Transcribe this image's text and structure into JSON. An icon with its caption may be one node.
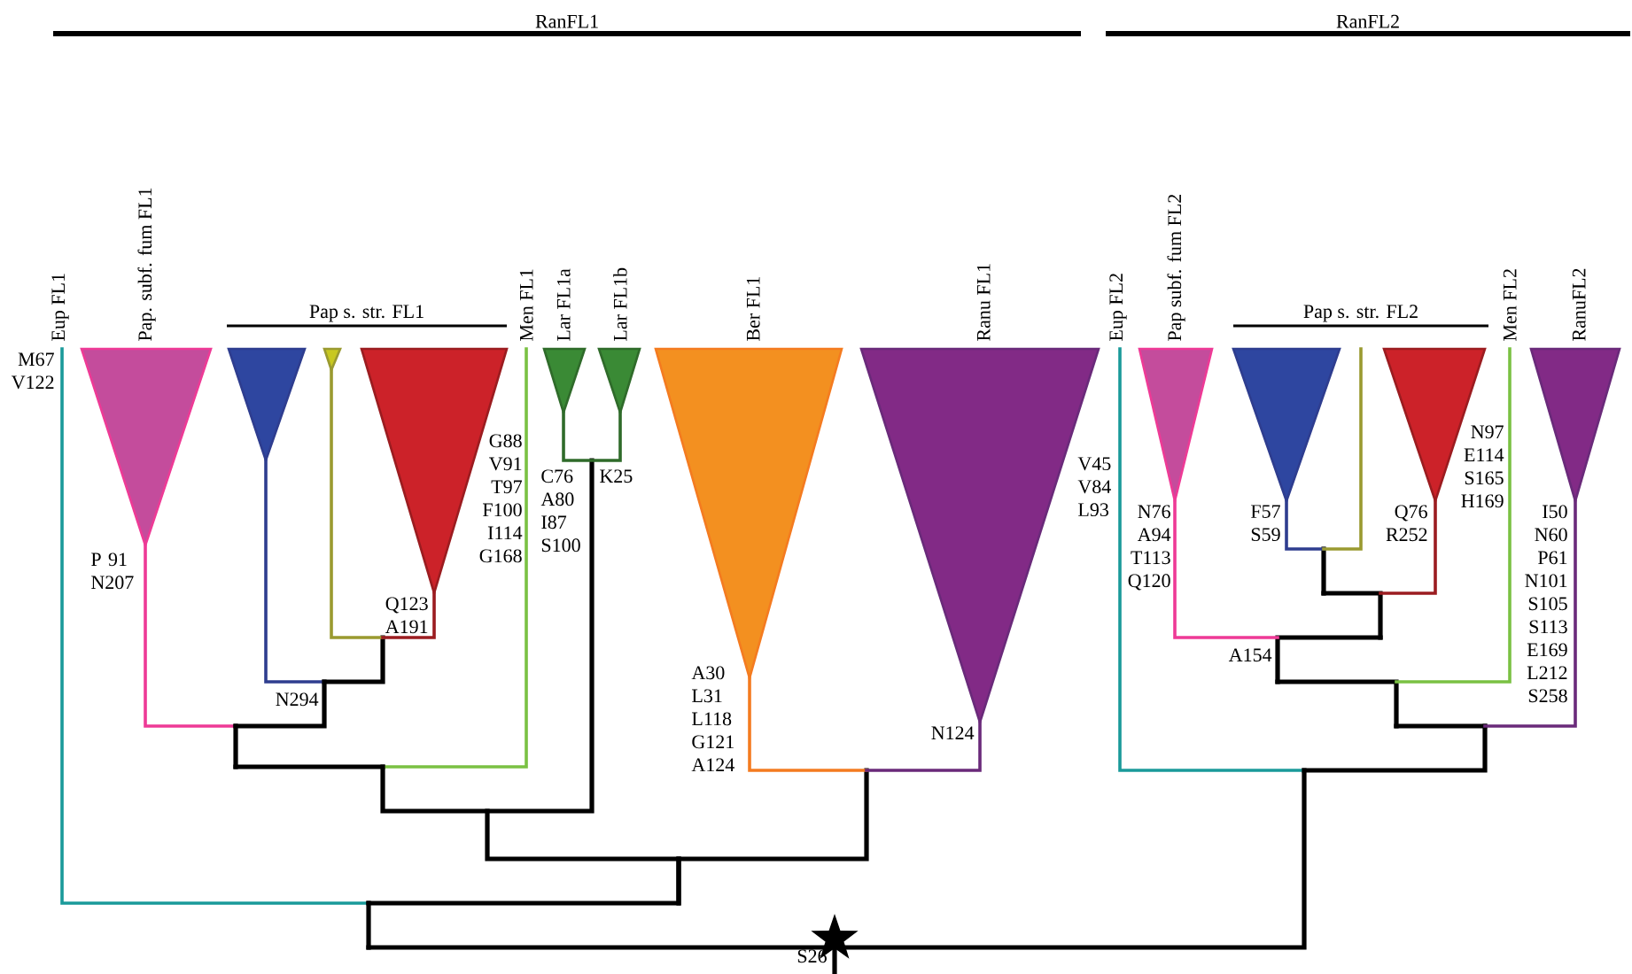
{
  "diagram": {
    "nodes": [
      {
        "text": [
          "Eup FL1"
        ]
      },
      {
        "text": [
          "Pap. subf. fum FL1"
        ]
      },
      {
        "text": [],
        "shape": "triangle"
      },
      {
        "text": [],
        "shape": "triangle"
      },
      {
        "text": [],
        "shape": "triangle"
      },
      {
        "text": [
          "Men FL1"
        ]
      },
      {
        "text": [
          "Lar FL1a"
        ]
      },
      {
        "text": [
          "Lar FL1b"
        ]
      },
      {
        "text": [
          "Ber FL1"
        ]
      },
      {
        "text": [
          "Ranu FL1"
        ]
      },
      {
        "text": [
          "Eup FL2"
        ]
      },
      {
        "text": [
          "Pap subf. fum FL2"
        ]
      },
      {
        "text": [],
        "shape": "triangle"
      },
      {
        "text": [],
        "shape": "triangle"
      },
      {
        "text": [
          "Men FL2"
        ]
      },
      {
        "text": [
          "RanuFL2"
        ]
      }
    ],
    "labels": [
      "RanFL1",
      "RanFL2",
      "Pap s. str. FL1",
      "Pap s. str. FL2",
      "M67 V122",
      "P 91 N207",
      "G88 V91 T97 F100 I114 G168",
      "Q123 A191",
      "N294",
      "C76 A80 I87 S100",
      "K25",
      "A30 L31 L118 G121 A124",
      "N124",
      "V45 V84 L93",
      "N76 A94 T113 Q120",
      "F57 S59",
      "Q76 R252",
      "N97 E114 S165 H169",
      "A154",
      "I50 N60 P61 N101 S105 S113 E169 L212 S258",
      "S26"
    ]
  }
}
